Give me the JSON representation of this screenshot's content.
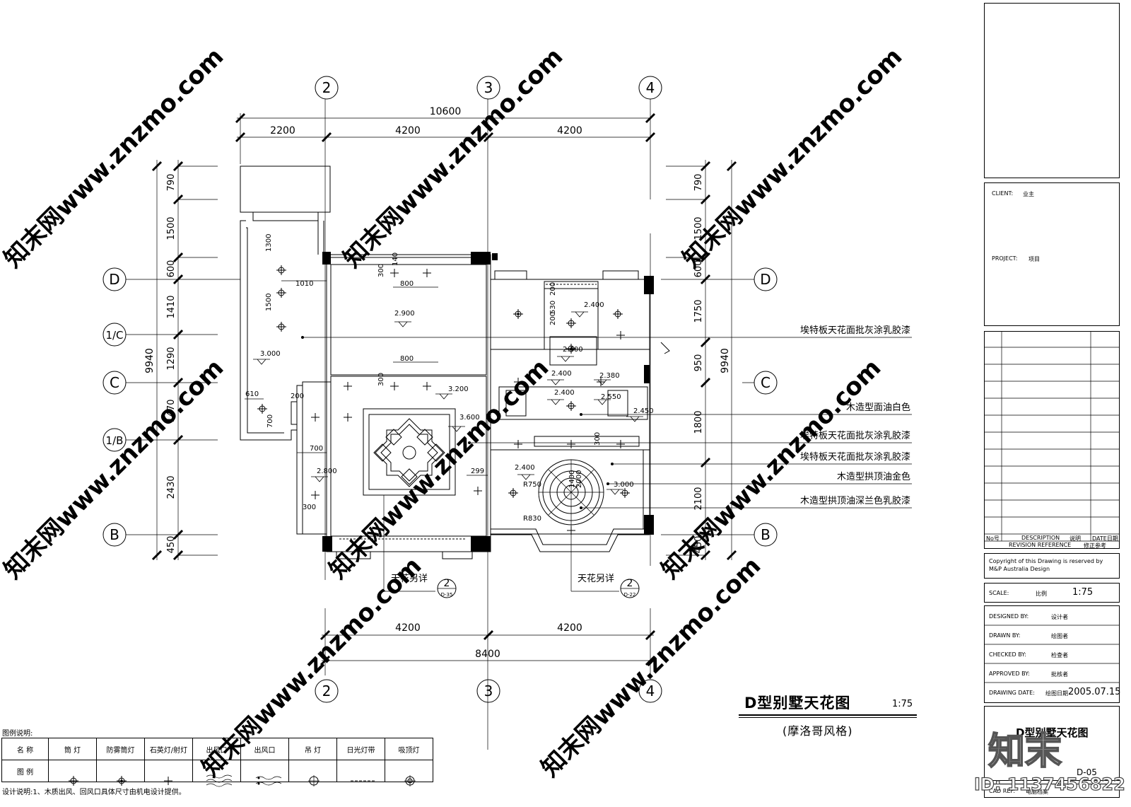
{
  "grid": {
    "top": [
      "2",
      "3",
      "4"
    ],
    "bottom": [
      "2",
      "3",
      "4"
    ],
    "rows_left": [
      "D",
      "1/C",
      "C",
      "1/B",
      "B"
    ],
    "rows_right": [
      "D",
      "C",
      "B"
    ]
  },
  "dimensions": {
    "top_total": "10600",
    "top_segments": [
      "2200",
      "4200",
      "4200"
    ],
    "bottom_segments": [
      "4200",
      "4200"
    ],
    "bottom_total": "8400",
    "left_total": "9940",
    "left_segments": [
      "790",
      "1500",
      "600",
      "1410",
      "1290",
      "1470",
      "2430",
      "450"
    ],
    "right_total": "9940",
    "right_segments": [
      "790",
      "1500",
      "600",
      "1750",
      "950",
      "1800",
      "2100",
      "450"
    ]
  },
  "plan_labels": {
    "dims": [
      "1300",
      "1010",
      "1500",
      "140",
      "300",
      "800",
      "800",
      "300",
      "610",
      "200",
      "700",
      "700",
      "300",
      "299",
      "200",
      "530",
      "200",
      "R750",
      "R830",
      "1400",
      "2000",
      "300"
    ],
    "heights": [
      "3.000",
      "2.900",
      "3.200",
      "3.600",
      "2.800",
      "2.400",
      "2.400",
      "2.400",
      "2.380",
      "2.400",
      "2.550",
      "2.450",
      "2.400",
      "3.000"
    ]
  },
  "callouts": [
    "埃特板天花面批灰涂乳胶漆",
    "木造型面油白色",
    "埃特板天花面批灰涂乳胶漆",
    "埃特板天花面批灰涂乳胶漆",
    "木造型拱顶油金色",
    "木造型拱顶油深兰色乳胶漆"
  ],
  "detail_refs": [
    {
      "text": "天花另详",
      "num": "2",
      "sheet": "D-35"
    },
    {
      "text": "天花另详",
      "num": "2",
      "sheet": "D-22"
    }
  ],
  "title": {
    "main": "D型别墅天花图",
    "scale": "1:75",
    "subtitle": "(摩洛哥风格)"
  },
  "legend": {
    "title": "图例说明:",
    "header_row": [
      "名 称",
      "筒 灯",
      "防雾筒灯",
      "石英灯/射灯",
      "出风口",
      "出风口",
      "吊 灯",
      "日光灯带",
      "吸顶灯"
    ],
    "symbol_row_label": "图 例",
    "note": "设计说明:1、木质出风、回风口具体尺寸由机电设计提供。"
  },
  "title_block": {
    "client_label": "CLIENT:",
    "client_value": "业主",
    "project_label": "PROJECT:",
    "project_value": "项目",
    "rev_headers": [
      "No号",
      "DESCRIPTION",
      "说明",
      "DATE日期"
    ],
    "rev_ref": "REVISION REFERENCE",
    "rev_ref_cn": "修正参考",
    "copyright1": "Copyright of this Drawing is reserved by",
    "copyright2": "M&P  Australia Design",
    "scale_label": "SCALE:",
    "scale_cn": "比例",
    "scale_value": "1:75",
    "designed_label": "DESIGNED BY:",
    "designed_value": "设计者",
    "drawn_label": "DRAWN BY:",
    "drawn_value": "绘图者",
    "checked_label": "CHECKED BY:",
    "checked_value": "检查者",
    "approved_label": "APPROVED BY:",
    "approved_value": "批核者",
    "date_label": "DRAWING DATE:",
    "date_cn": "绘图日期",
    "date_value": "2005.07.15",
    "sheet_title": "D型别墅天花图",
    "sheet_no": "D-05",
    "cad_label": "CAD REF:",
    "cad_value": "电脑档案"
  },
  "watermark": "知末网www.znzmo.com",
  "brand": "知末",
  "image_id": "ID: 1137456822"
}
